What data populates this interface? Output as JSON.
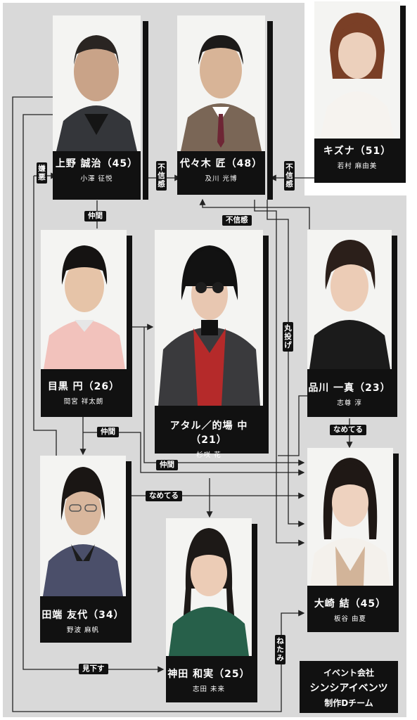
{
  "characters": {
    "ueno": {
      "name": "上野 誠治（45）",
      "actor": "小澤 征悦"
    },
    "yoyogi": {
      "name": "代々木 匠（48）",
      "actor": "及川 光博"
    },
    "kizuna": {
      "name": "キズナ（51）",
      "actor": "若村 麻由美"
    },
    "meguro": {
      "name": "目黒 円（26）",
      "actor": "間宮 祥太朗"
    },
    "ataru": {
      "name": "アタル／的場 中（21）",
      "actor": "杉咲 花"
    },
    "shinagawa": {
      "name": "品川 一真（23）",
      "actor": "志尊 淳"
    },
    "tabata": {
      "name": "田端 友代（34）",
      "actor": "野波 麻帆"
    },
    "kanda": {
      "name": "神田 和実（25）",
      "actor": "志田 未来"
    },
    "osaki": {
      "name": "大崎 結（45）",
      "actor": "板谷 由夏"
    }
  },
  "relations": {
    "kenno": "嫌悪",
    "fushinkan_a": "不信感",
    "fushinkan_b": "不信感",
    "fushinkan_c": "不信感",
    "nakama_a": "仲間",
    "nakama_b": "仲間",
    "nakama_c": "仲間",
    "marunage": "丸投げ",
    "nameteru_a": "なめてる",
    "nameteru_b": "なめてる",
    "mikudasu": "見下す",
    "netami": "ねたみ"
  },
  "company": {
    "line1": "イベント会社",
    "line2": "シンシアイベンツ",
    "line3": "制作Dチーム"
  },
  "colors": {
    "background": "#d9d9d9",
    "plate": "#111111",
    "photo_bg": "#f4f4f2",
    "line": "#222222"
  }
}
